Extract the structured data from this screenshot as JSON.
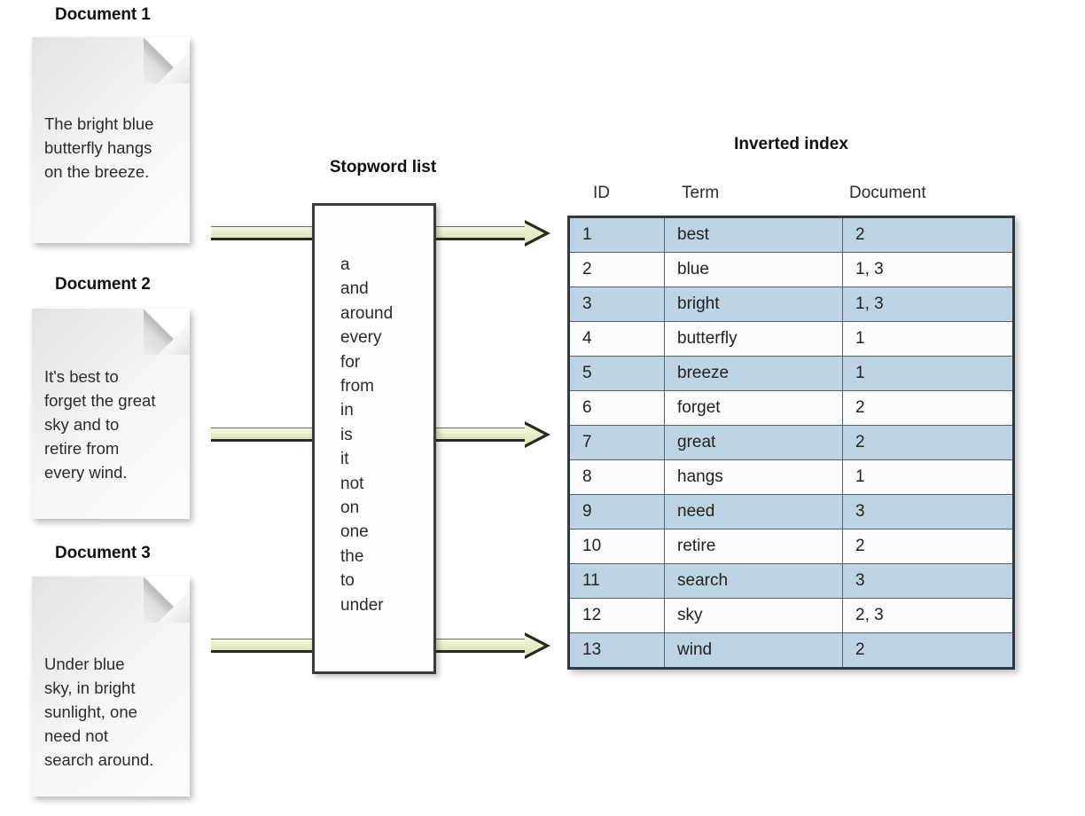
{
  "documents": [
    {
      "title": "Document 1",
      "lines": [
        "The bright blue",
        "butterfly hangs",
        "on the breeze."
      ]
    },
    {
      "title": "Document 2",
      "lines": [
        "It's best to",
        "forget the great",
        "sky and to",
        "retire from",
        "every wind."
      ]
    },
    {
      "title": "Document 3",
      "lines": [
        "Under blue",
        "sky, in bright",
        "sunlight, one",
        "need not",
        "search around."
      ]
    }
  ],
  "stopword_list": {
    "title": "Stopword list",
    "words": [
      "a",
      "and",
      "around",
      "every",
      "for",
      "from",
      "in",
      "is",
      "it",
      "not",
      "on",
      "one",
      "the",
      "to",
      "under"
    ]
  },
  "inverted_index": {
    "title": "Inverted index",
    "columns": [
      "ID",
      "Term",
      "Document"
    ],
    "rows": [
      {
        "id": "1",
        "term": "best",
        "document": "2"
      },
      {
        "id": "2",
        "term": "blue",
        "document": "1, 3"
      },
      {
        "id": "3",
        "term": "bright",
        "document": "1, 3"
      },
      {
        "id": "4",
        "term": "butterfly",
        "document": "1"
      },
      {
        "id": "5",
        "term": "breeze",
        "document": "1"
      },
      {
        "id": "6",
        "term": "forget",
        "document": "2"
      },
      {
        "id": "7",
        "term": "great",
        "document": "2"
      },
      {
        "id": "8",
        "term": "hangs",
        "document": "1"
      },
      {
        "id": "9",
        "term": "need",
        "document": "3"
      },
      {
        "id": "10",
        "term": "retire",
        "document": "2"
      },
      {
        "id": "11",
        "term": "search",
        "document": "3"
      },
      {
        "id": "12",
        "term": "sky",
        "document": "2, 3"
      },
      {
        "id": "13",
        "term": "wind",
        "document": "2"
      }
    ]
  },
  "colors": {
    "row_shade": "#bcd4e3",
    "row_plain": "#fcfcfc",
    "arrow_fill": "#eeeed0",
    "arrow_outline": "#2a2a22",
    "table_border": "#2f3a40"
  }
}
